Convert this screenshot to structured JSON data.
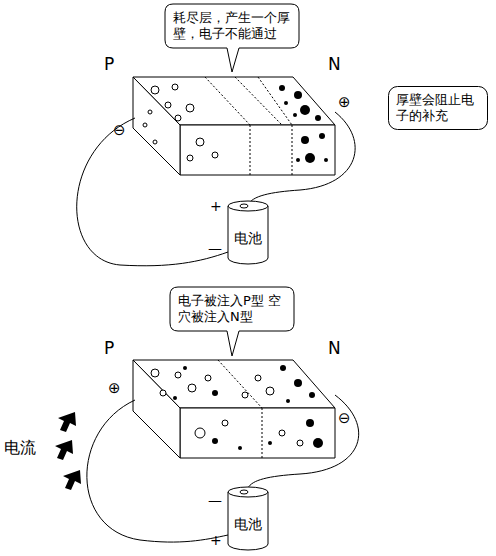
{
  "diagram": {
    "nodes": [
      {
        "text": [
          "耗尽层，产生一个厚壁，电子不能通过"
        ]
      },
      {
        "text": [
          "厚壁会阻止电子的补充"
        ]
      },
      {
        "text": [
          "电池"
        ]
      },
      {
        "text": [
          "电子被注入P型 空穴被注入N型"
        ]
      },
      {
        "text": [
          "电池"
        ]
      }
    ],
    "labels": [
      "P",
      "N",
      "⊖",
      "⊕",
      "+",
      "—",
      "P",
      "N",
      "⊕",
      "⊖",
      "电流",
      "—",
      "+"
    ]
  }
}
